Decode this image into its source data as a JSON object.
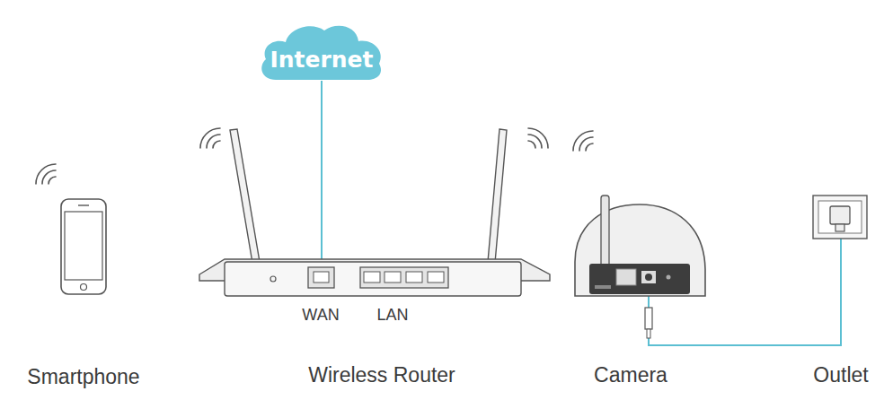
{
  "diagram": {
    "nodes": [
      {
        "text": [
          "Internet"
        ]
      },
      {
        "text": [
          "Smartphone"
        ]
      },
      {
        "text": [
          "Wireless Router"
        ]
      },
      {
        "text": [
          "Camera"
        ]
      },
      {
        "text": [
          "Outlet"
        ]
      }
    ],
    "edges": [
      {
        "from": 0,
        "to": 2,
        "arrow": "none"
      },
      {
        "from": 3,
        "to": 4,
        "arrow": "none"
      }
    ],
    "labels": [
      "WAN",
      "LAN"
    ]
  }
}
